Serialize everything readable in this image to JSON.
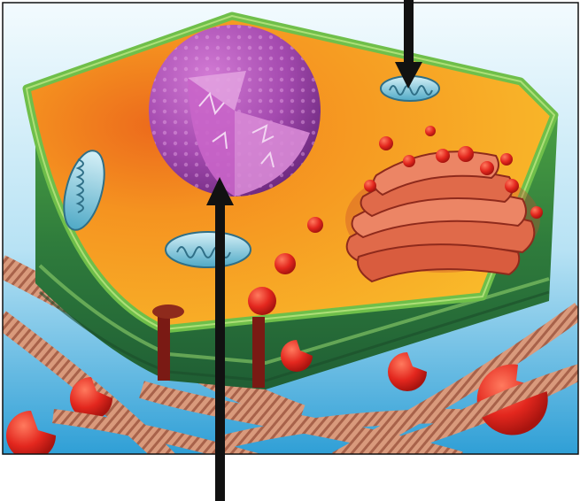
{
  "figure": {
    "subject": "cell",
    "parts": [
      "nucleus",
      "mitochondria",
      "golgi-apparatus",
      "cell-membrane",
      "protein-channel",
      "vesicles",
      "extracellular-fibers"
    ],
    "arrow_count": 2
  },
  "colors": {
    "background": "#ffffff",
    "fluid_top": "#e8f6fc",
    "fluid_bottom": "#3aa8da",
    "cytoplasm": "#f7a81e",
    "cytoplasm_shade": "#e8681a",
    "membrane": "#6fbf4a",
    "membrane_dark": "#2e7b3a",
    "nucleus": "#a84bb2",
    "nucleus_cut": "#d47fcf",
    "mitochondrion": "#7fc8dd",
    "golgi": "#e06a4a",
    "vesicle": "#e3271e",
    "fiber": "#d79578",
    "arrow": "#111111"
  }
}
